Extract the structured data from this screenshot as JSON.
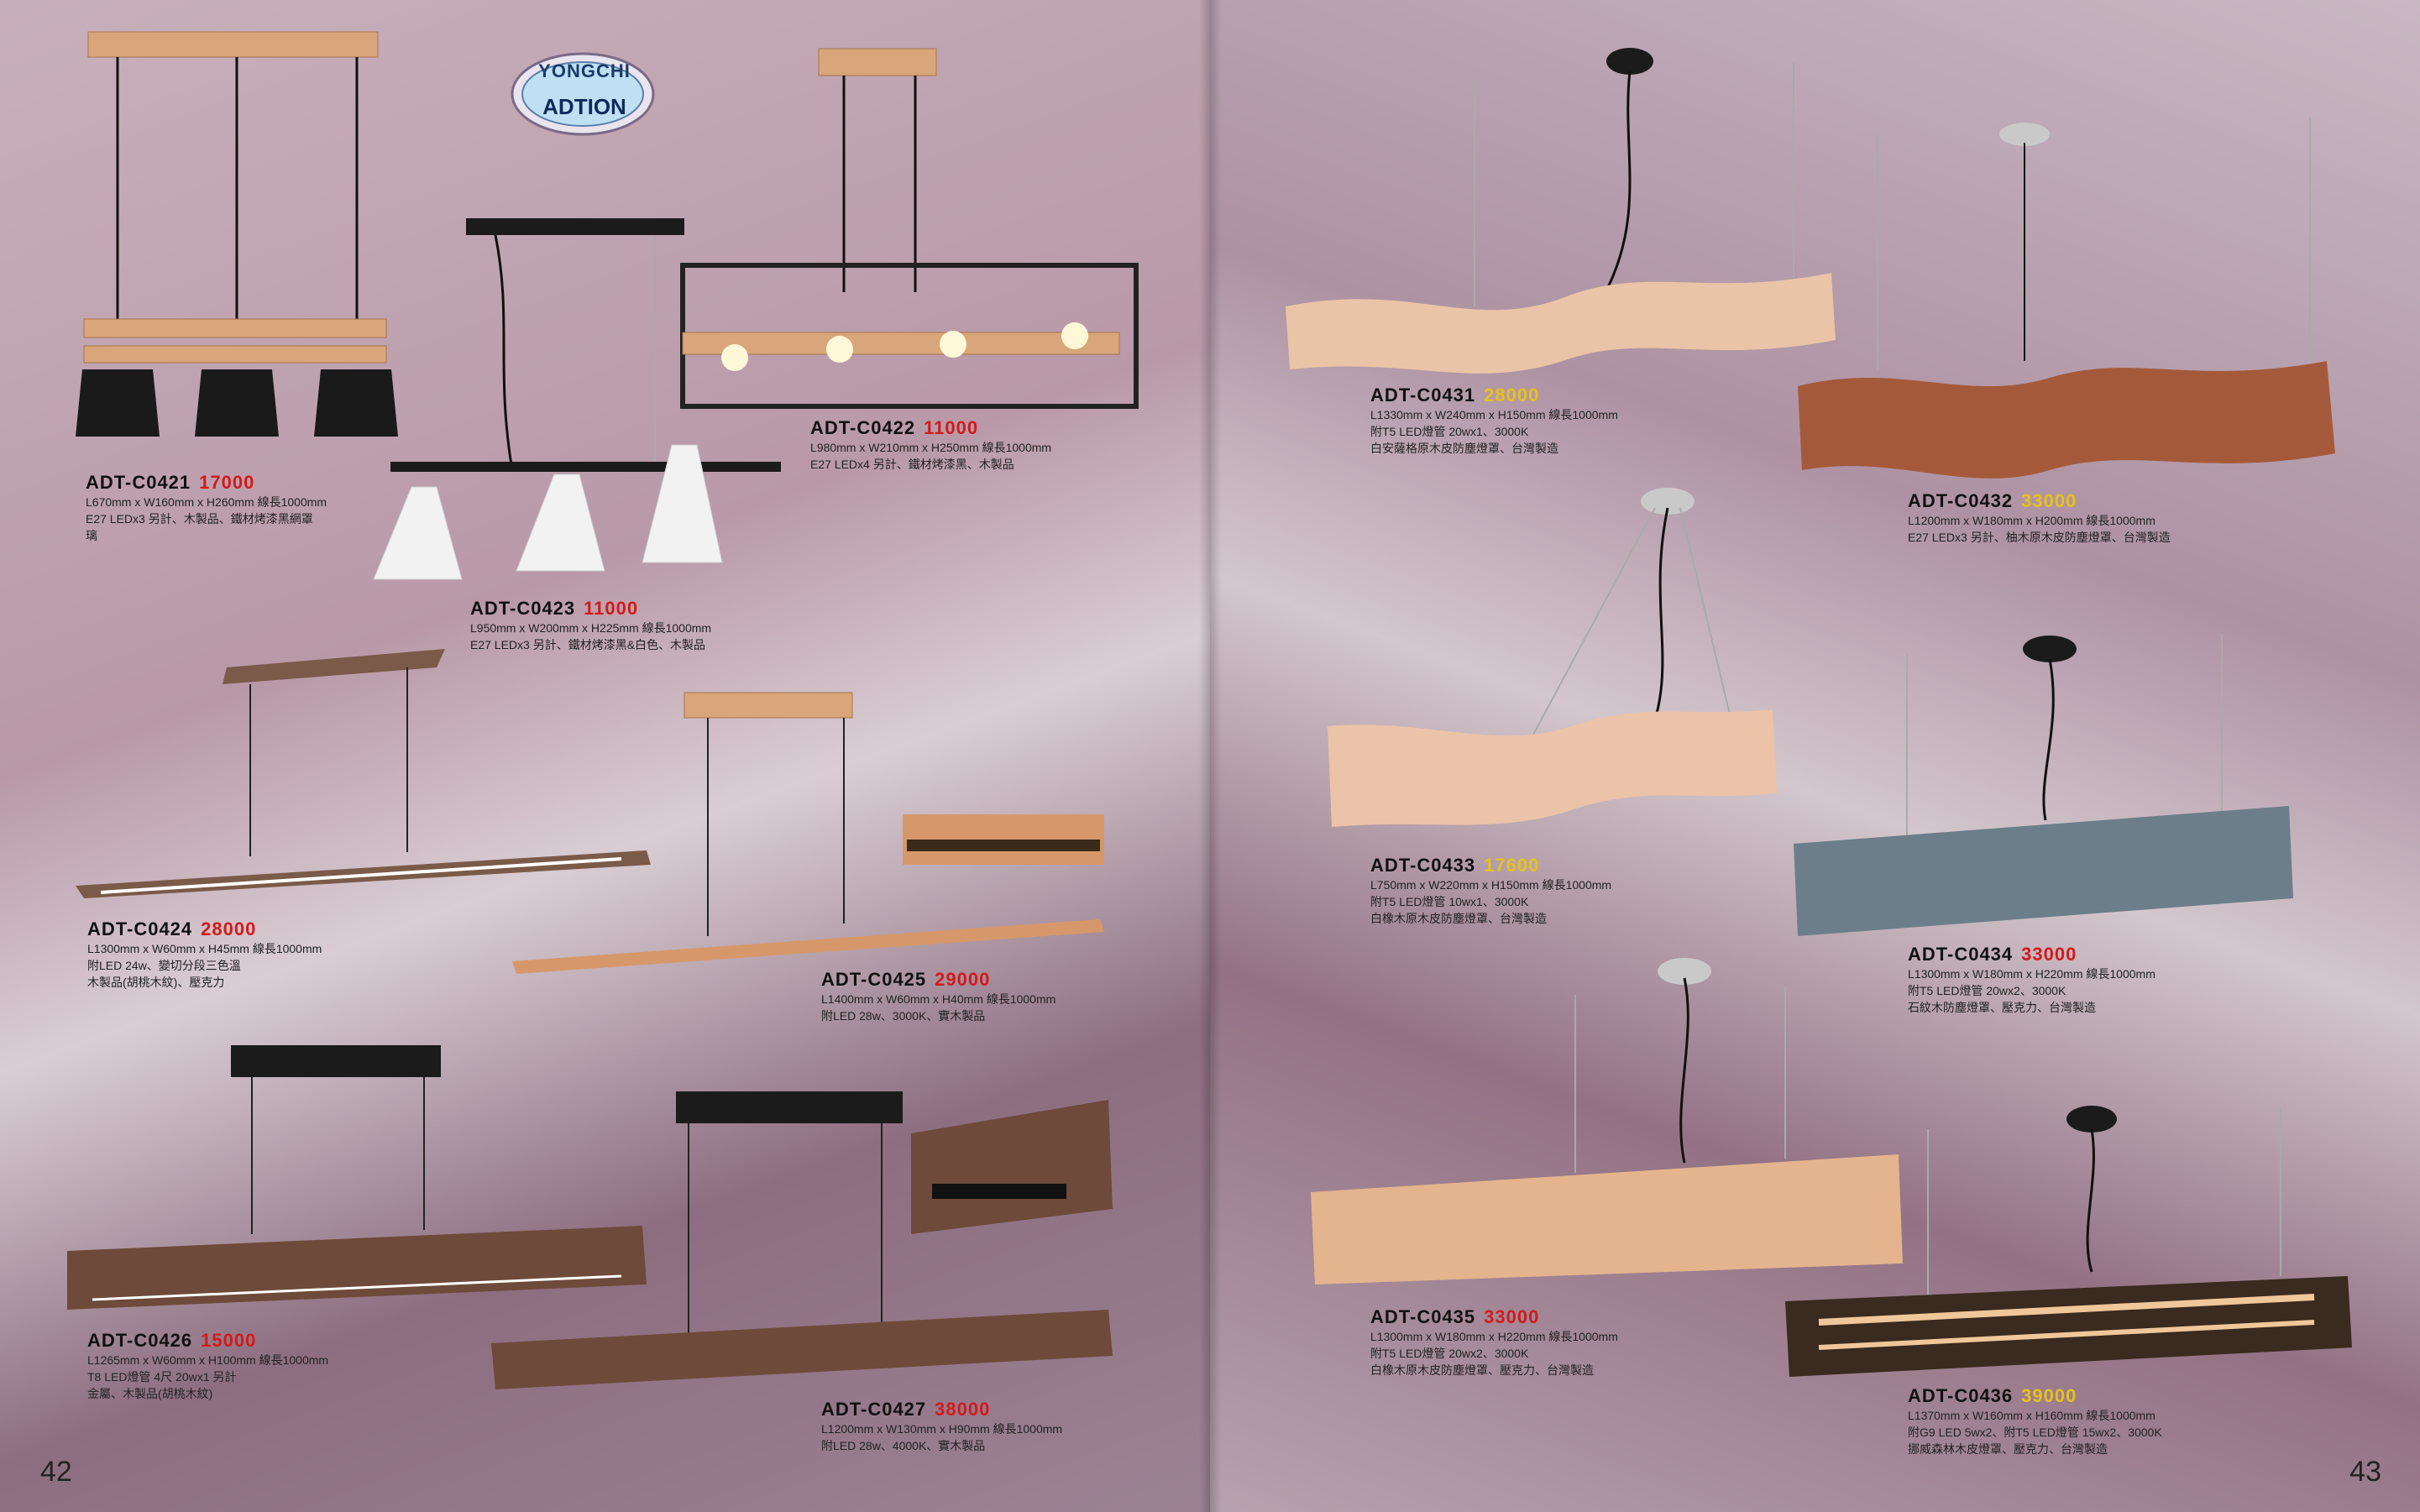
{
  "brand": {
    "line1": "YONGCHI",
    "line2": "ADTION"
  },
  "pages": {
    "left_number": "42",
    "right_number": "43"
  },
  "products": {
    "c0421": {
      "model": "ADT-C0421",
      "price": "17000",
      "spec1": "L670mm x W160mm x H260mm 線長1000mm",
      "spec2": "E27 LEDx3 另計、木製品、鐵材烤漆黑網罩",
      "spec3": "璃"
    },
    "c0422": {
      "model": "ADT-C0422",
      "price": "11000",
      "spec1": "L980mm x W210mm x H250mm 線長1000mm",
      "spec2": "E27 LEDx4 另計、鐵材烤漆黑、木製品"
    },
    "c0423": {
      "model": "ADT-C0423",
      "price": "11000",
      "spec1": "L950mm x W200mm x H225mm 線長1000mm",
      "spec2": "E27 LEDx3 另計、鐵材烤漆黑&白色、木製品"
    },
    "c0424": {
      "model": "ADT-C0424",
      "price": "28000",
      "spec1": "L1300mm x W60mm x H45mm 線長1000mm",
      "spec2": "附LED 24w、變切分段三色溫",
      "spec3": "木製品(胡桃木紋)、壓克力"
    },
    "c0425": {
      "model": "ADT-C0425",
      "price": "29000",
      "spec1": "L1400mm x W60mm x H40mm 線長1000mm",
      "spec2": "附LED 28w、3000K、實木製品"
    },
    "c0426": {
      "model": "ADT-C0426",
      "price": "15000",
      "spec1": "L1265mm x W60mm x H100mm 線長1000mm",
      "spec2": "T8 LED燈管 4尺 20wx1 另計",
      "spec3": "金屬、木製品(胡桃木紋)"
    },
    "c0427": {
      "model": "ADT-C0427",
      "price": "38000",
      "spec1": "L1200mm x W130mm x H90mm 線長1000mm",
      "spec2": "附LED 28w、4000K、實木製品"
    },
    "c0431": {
      "model": "ADT-C0431",
      "price": "28000",
      "spec1": "L1330mm x W240mm x H150mm 線長1000mm",
      "spec2": "附T5 LED燈管 20wx1、3000K",
      "spec3": "白安薩格原木皮防塵燈罩、台灣製造"
    },
    "c0432": {
      "model": "ADT-C0432",
      "price": "33000",
      "spec1": "L1200mm x W180mm x H200mm 線長1000mm",
      "spec2": "E27 LEDx3 另計、柚木原木皮防塵燈罩、台灣製造"
    },
    "c0433": {
      "model": "ADT-C0433",
      "price": "17600",
      "spec1": "L750mm x W220mm x H150mm 線長1000mm",
      "spec2": "附T5 LED燈管 10wx1、3000K",
      "spec3": "白橡木原木皮防塵燈罩、台灣製造"
    },
    "c0434": {
      "model": "ADT-C0434",
      "price": "33000",
      "spec1": "L1300mm x W180mm x H220mm 線長1000mm",
      "spec2": "附T5 LED燈管 20wx2、3000K",
      "spec3": "石紋木防塵燈罩、壓克力、台灣製造"
    },
    "c0435": {
      "model": "ADT-C0435",
      "price": "33000",
      "spec1": "L1300mm x W180mm x H220mm 線長1000mm",
      "spec2": "附T5 LED燈管 20wx2、3000K",
      "spec3": "白橡木原木皮防塵燈罩、壓克力、台灣製造"
    },
    "c0436": {
      "model": "ADT-C0436",
      "price": "39000",
      "spec1": "L1370mm x W160mm x H160mm 線長1000mm",
      "spec2": "附G9 LED 5wx2、附T5 LED燈管 15wx2、3000K",
      "spec3": "挪威森林木皮燈罩、壓克力、台灣製造"
    }
  }
}
